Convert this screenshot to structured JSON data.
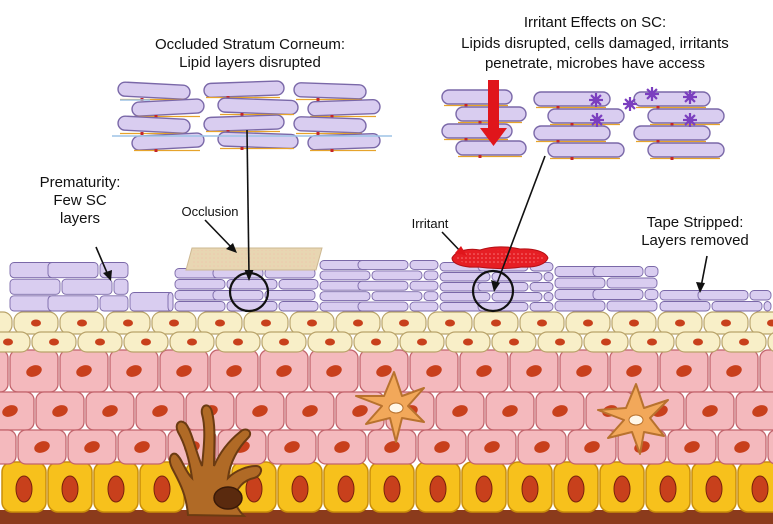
{
  "labels": {
    "occluded_title": "Occluded Stratum Corneum:",
    "occluded_sub": "Lipid layers disrupted",
    "irritant_title": "Irritant Effects  on SC:",
    "irritant_line2": "Lipids disrupted, cells damaged, irritants",
    "irritant_line3": "penetrate, microbes have access",
    "prematurity_1": "Prematurity:",
    "prematurity_2": "Few SC",
    "prematurity_3": "layers",
    "occlusion": "Occlusion",
    "irritant": "Irritant",
    "tape_1": "Tape Stripped:",
    "tape_2": "Layers removed"
  },
  "colors": {
    "sc_cell": "#d9cdf0",
    "sc_edge": "#7a68a8",
    "granular": "#f8efc8",
    "spinous": "#f4b9bd",
    "basal": "#f7c11c",
    "nucleus": "#c8401c",
    "melanocyte": "#b06a26",
    "langerhans": "#f2a85a",
    "occlusion_patch": "#e8d6b2",
    "irritant_blob": "#e61e24",
    "arrow_red": "#e0151b",
    "microbe": "#7b3fbf"
  }
}
